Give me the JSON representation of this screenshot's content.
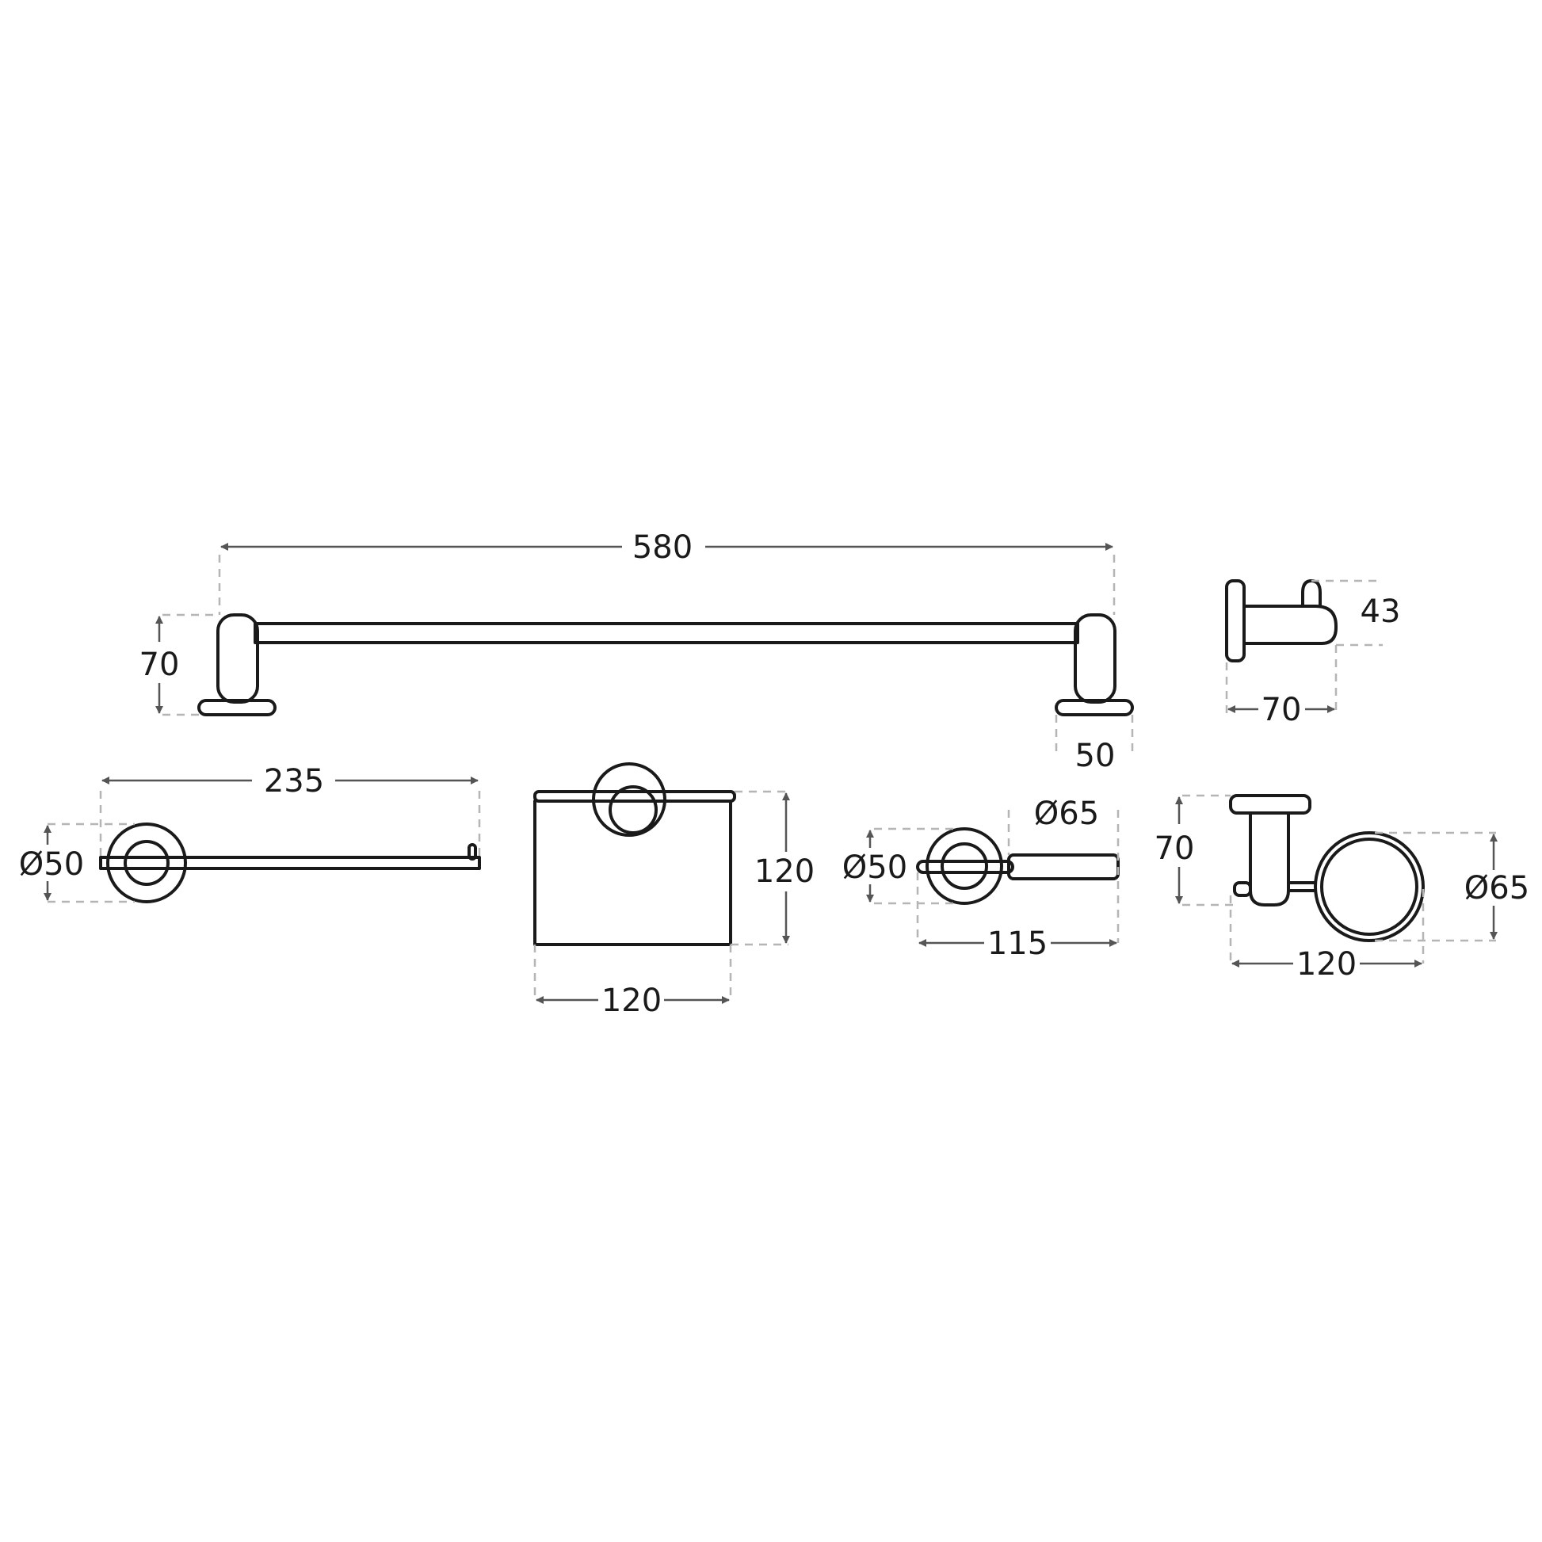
{
  "colors": {
    "line": "#1a1a1a",
    "dimension": "#555555",
    "extension": "#b5b5b5",
    "background": "#ffffff"
  },
  "towel_bar": {
    "length": "580",
    "height": "70",
    "base_width": "50"
  },
  "robe_hook": {
    "depth": "43",
    "width": "70"
  },
  "toilet_roll_holder": {
    "length": "235",
    "base_diameter": "Ø50"
  },
  "covered_roll_holder": {
    "height": "120",
    "width": "120"
  },
  "towel_ring_hook": {
    "base_diameter": "Ø50",
    "head_diameter": "Ø65",
    "length": "115"
  },
  "soap_dish": {
    "height": "70",
    "dish_diameter": "Ø65",
    "width": "120"
  }
}
